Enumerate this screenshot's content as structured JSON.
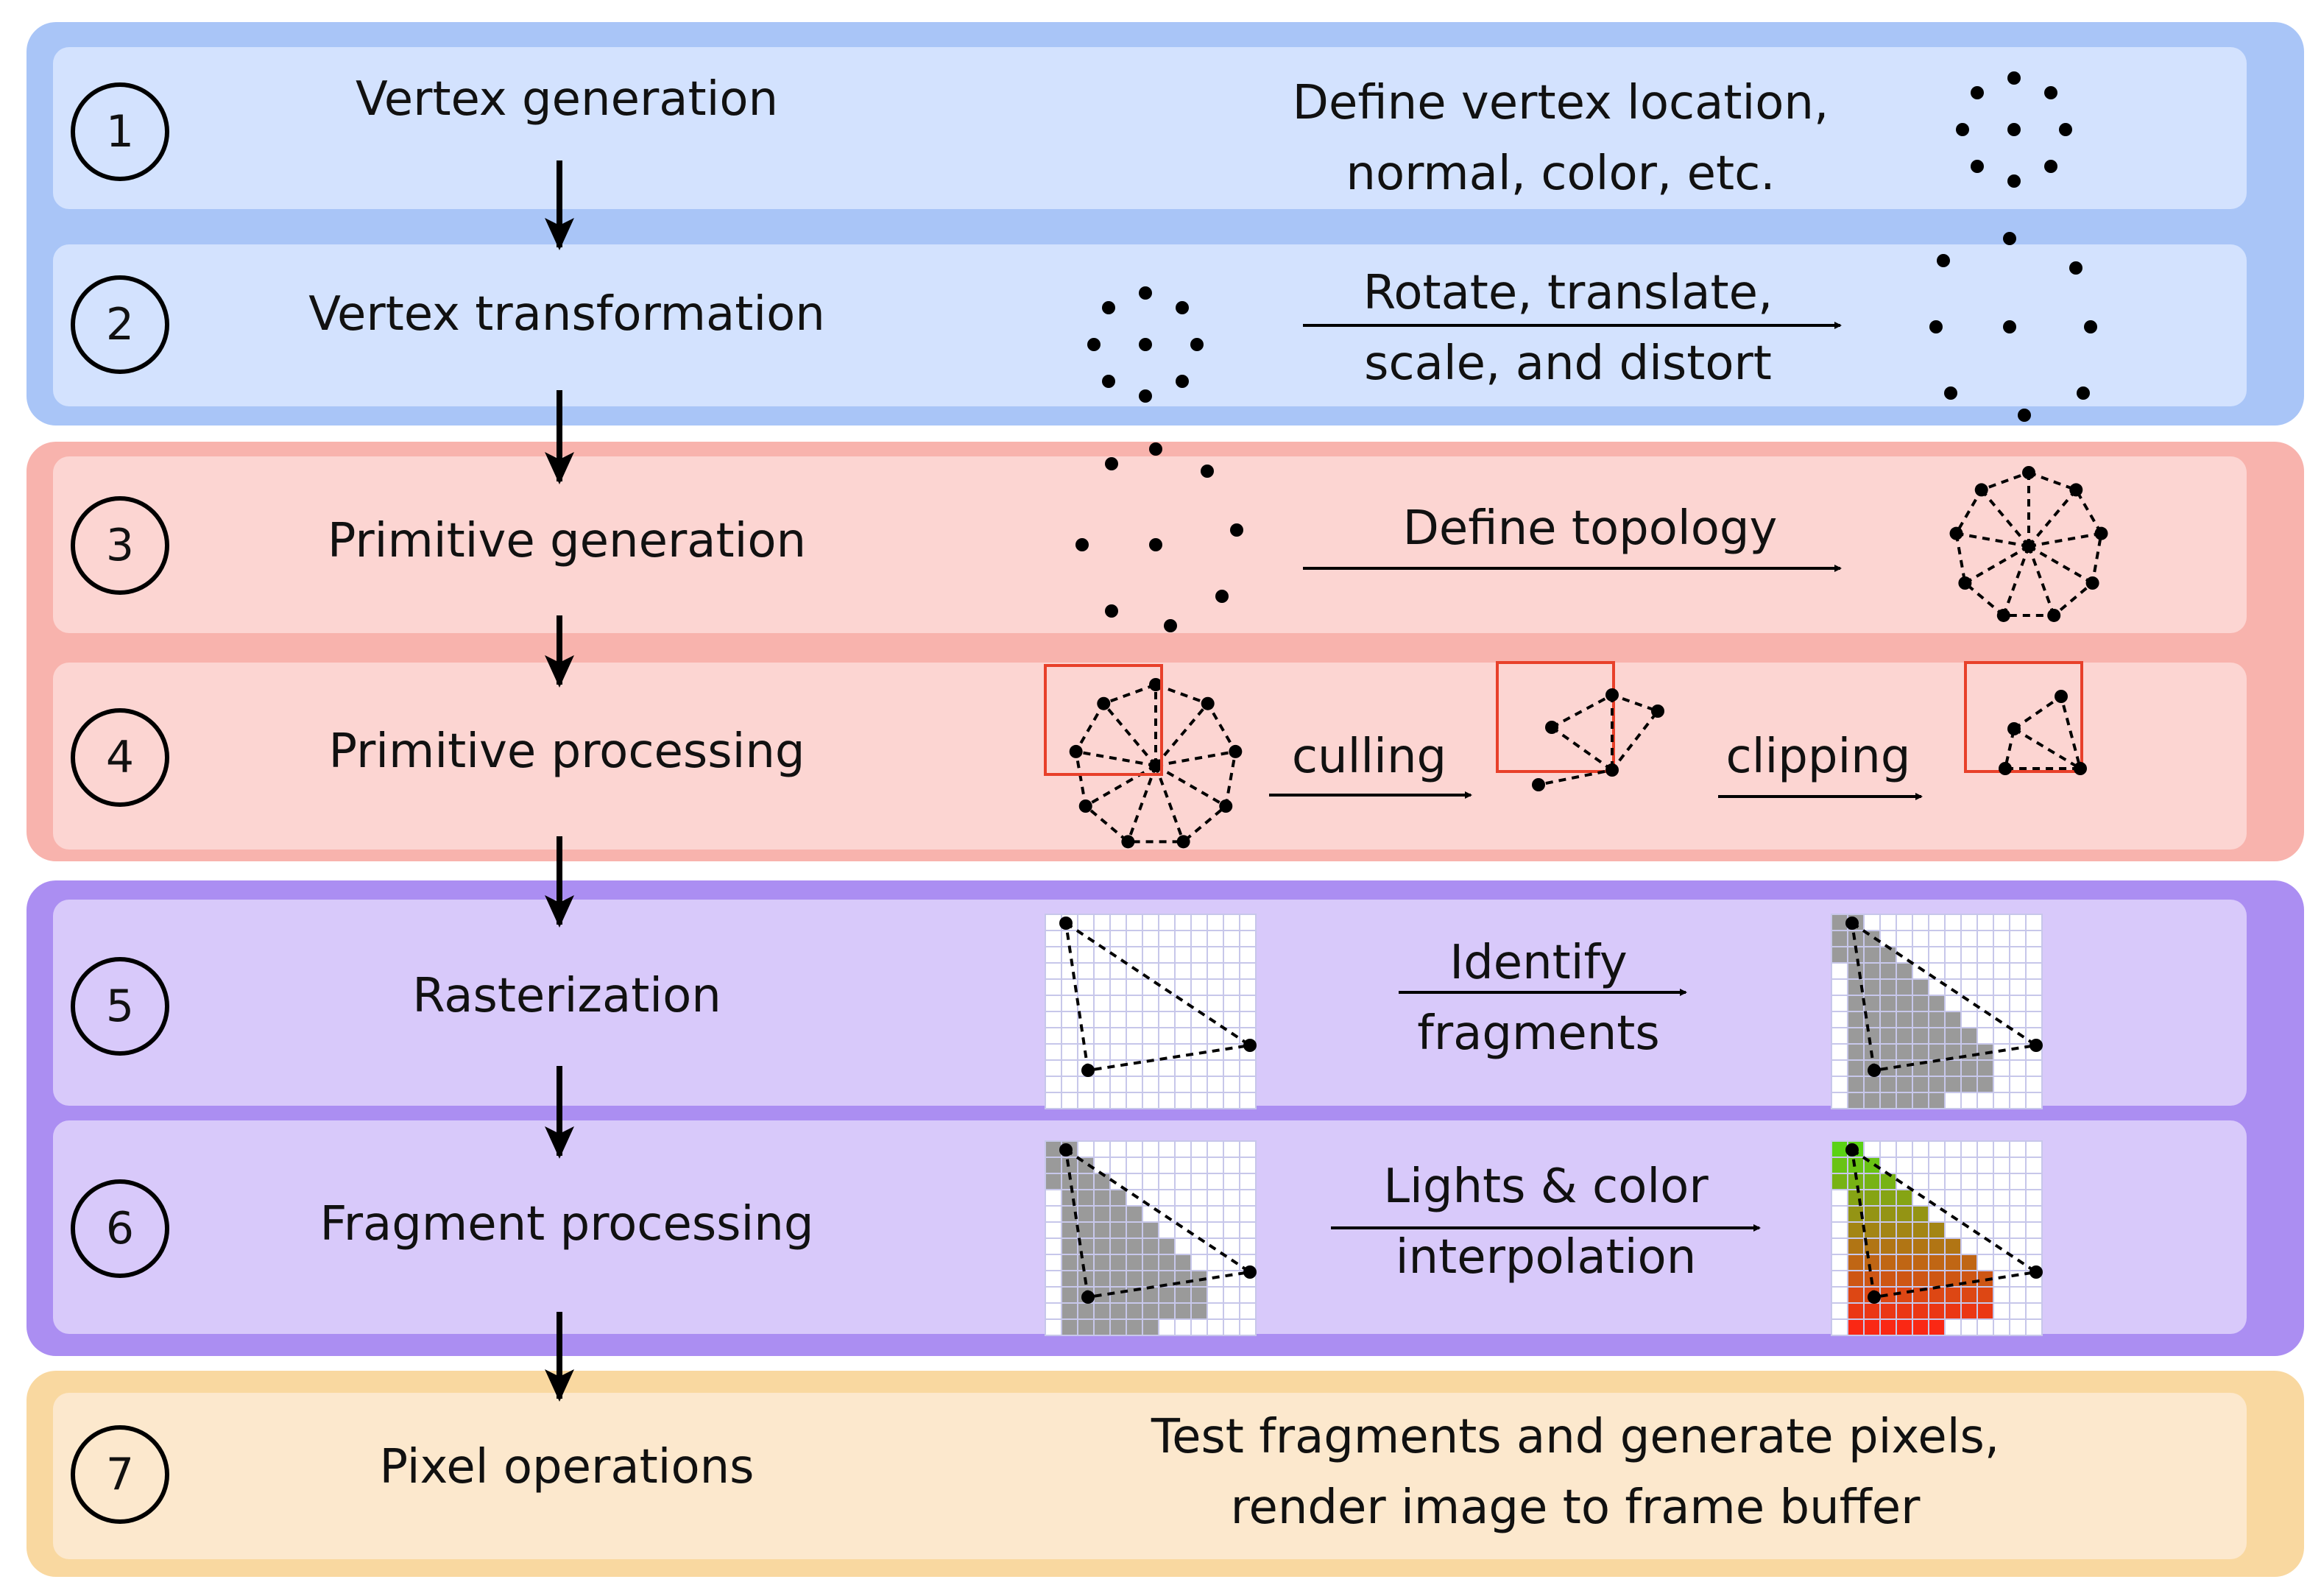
{
  "colors": {
    "blue_group": "#a9c5f7",
    "blue_row": "#d3e2fe",
    "red_group": "#f8b3ad",
    "red_row": "#fcd5d2",
    "purple_group": "#ab8ef2",
    "purple_row": "#d8c9fa",
    "orange_group": "#f9d8a0",
    "orange_row": "#fce8cd",
    "clip_box": "#e8402a",
    "fragment_gray": "#9a9a9a"
  },
  "stages": [
    {
      "number": "1",
      "label": "Vertex generation",
      "desc": [
        "Define vertex location,",
        "normal, color, etc."
      ]
    },
    {
      "number": "2",
      "label": "Vertex transformation",
      "desc": [
        "Rotate, translate,",
        "scale, and distort"
      ]
    },
    {
      "number": "3",
      "label": "Primitive generation",
      "desc": [
        "Define topology"
      ]
    },
    {
      "number": "4",
      "label": "Primitive processing",
      "desc": [
        "culling",
        "clipping"
      ]
    },
    {
      "number": "5",
      "label": "Rasterization",
      "desc": [
        "Identify",
        "fragments"
      ]
    },
    {
      "number": "6",
      "label": "Fragment processing",
      "desc": [
        "Lights & color",
        "interpolation"
      ]
    },
    {
      "number": "7",
      "label": "Pixel operations",
      "desc": [
        "Test fragments and generate pixels,",
        "render image to frame buffer"
      ]
    }
  ]
}
